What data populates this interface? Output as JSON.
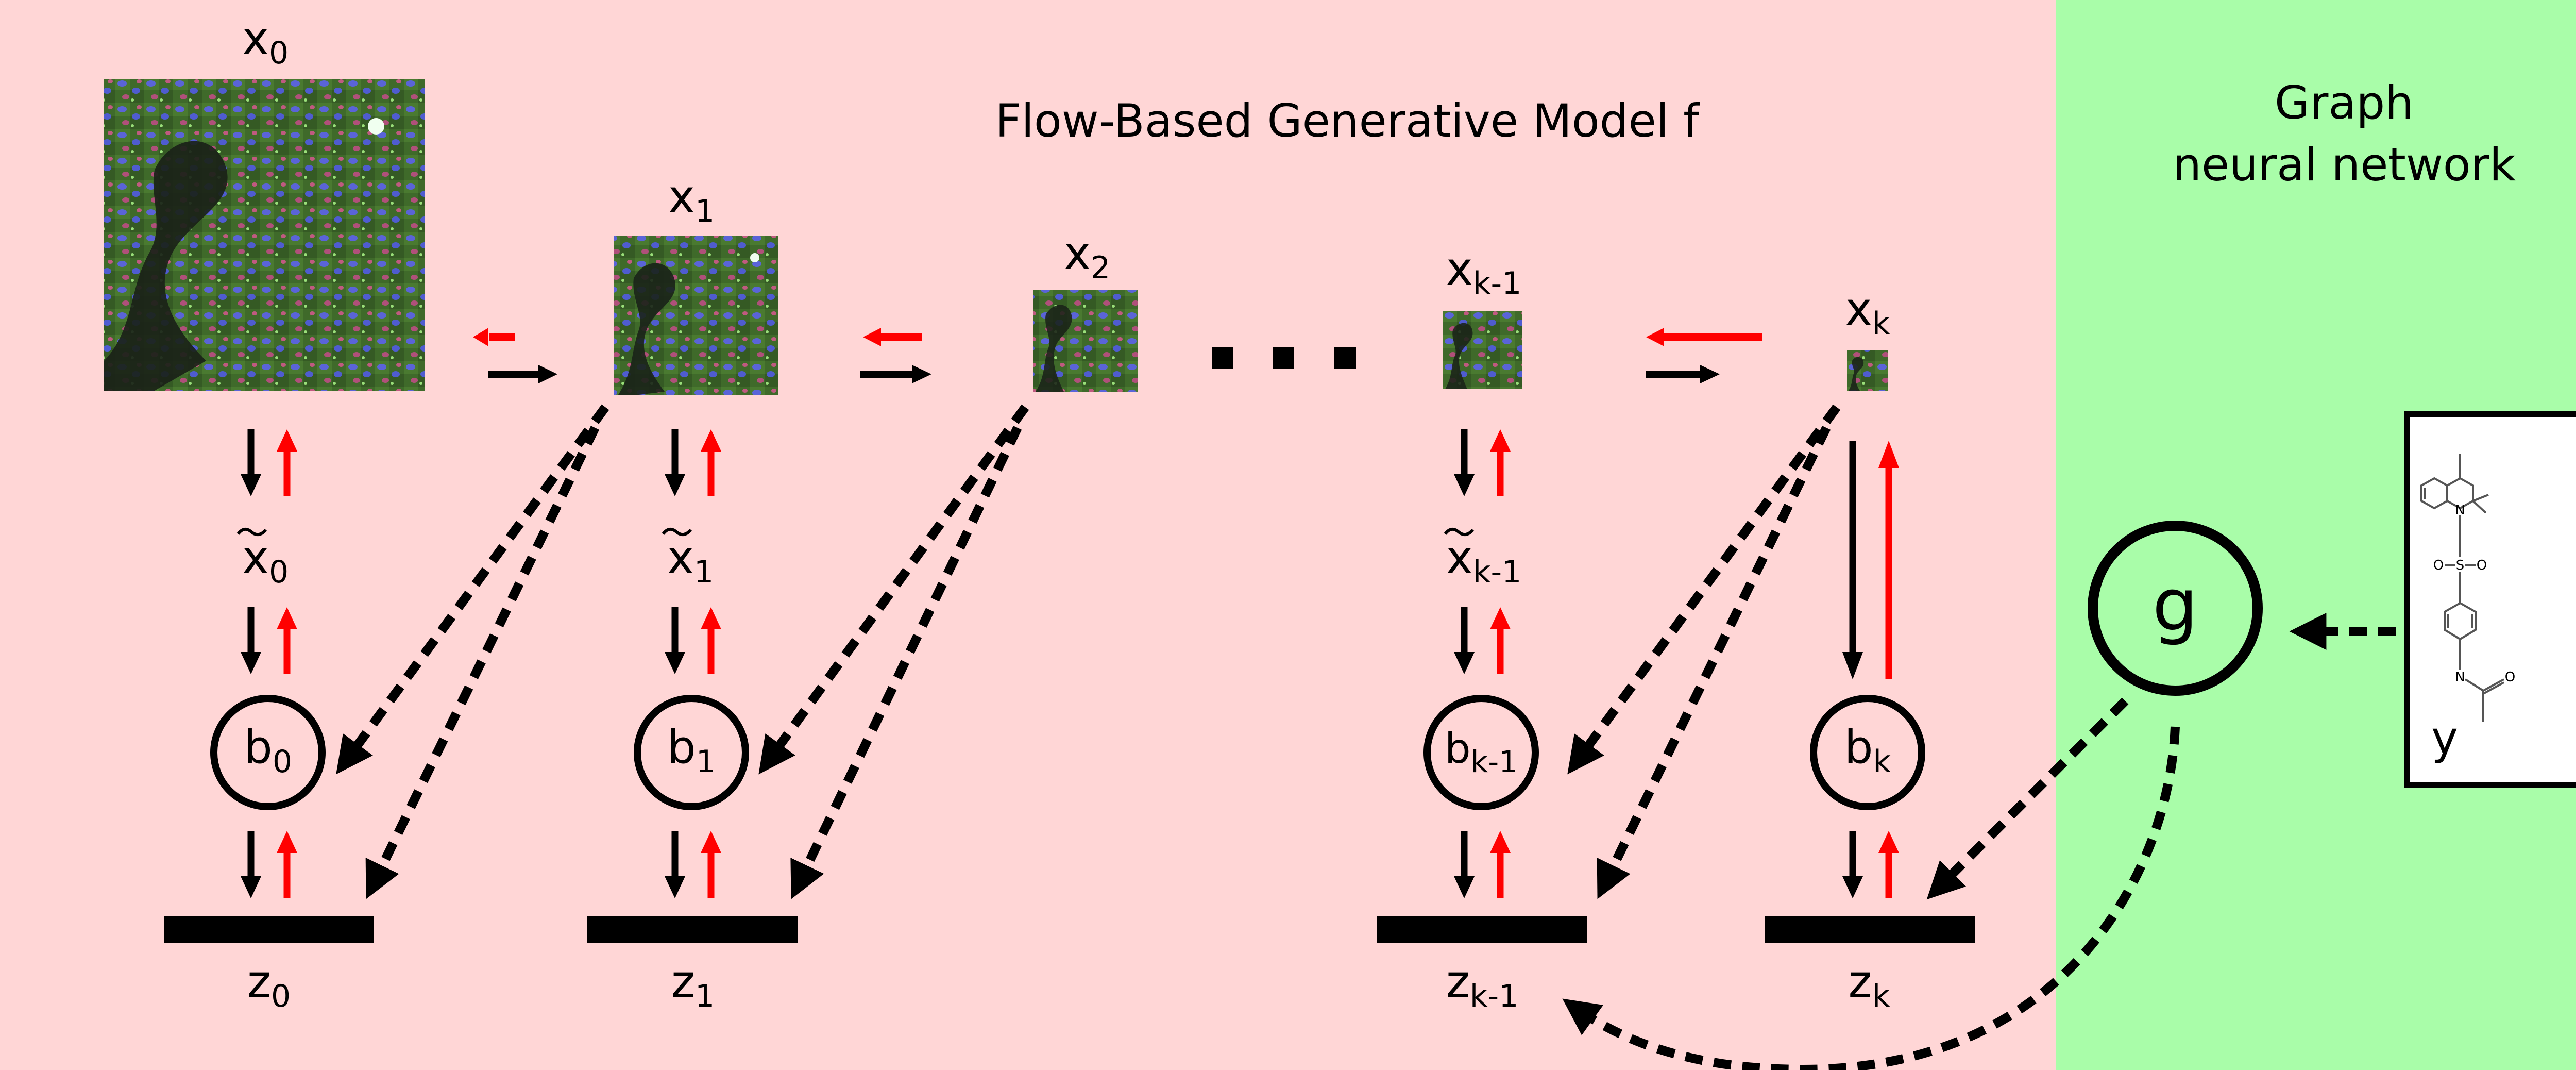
{
  "colors": {
    "pink_bg": "#ffd6d6",
    "green_bg": "#a9fda9",
    "forward_arrow": "#000000",
    "inverse_arrow": "#ff0000"
  },
  "titles": {
    "flow_model": "Flow-Based Generative Model f",
    "gnn_line1": "Graph",
    "gnn_line2": "neural network"
  },
  "images": {
    "x0": {
      "base": "x",
      "sub": "0"
    },
    "x1": {
      "base": "x",
      "sub": "1"
    },
    "x2": {
      "base": "x",
      "sub": "2"
    },
    "xk1": {
      "base": "x",
      "sub": "k-1"
    },
    "xk": {
      "base": "x",
      "sub": "k"
    }
  },
  "ellipsis": "...",
  "tilde_labels": {
    "x0": {
      "base": "x",
      "sub": "0"
    },
    "x1": {
      "base": "x",
      "sub": "1"
    },
    "xk1": {
      "base": "x",
      "sub": "k-1"
    }
  },
  "blocks": {
    "b0": {
      "base": "b",
      "sub": "0"
    },
    "b1": {
      "base": "b",
      "sub": "1"
    },
    "bk1": {
      "base": "b",
      "sub": "k-1"
    },
    "bk": {
      "base": "b",
      "sub": "k"
    }
  },
  "latents": {
    "z0": {
      "base": "z",
      "sub": "0"
    },
    "z1": {
      "base": "z",
      "sub": "1"
    },
    "zk1": {
      "base": "z",
      "sub": "k-1"
    },
    "zk": {
      "base": "z",
      "sub": "k"
    }
  },
  "gnn_node": "g",
  "molecule": {
    "label": "y",
    "atoms": {
      "n1": "N",
      "s": "S",
      "o1": "O",
      "o2": "O",
      "n2": "N",
      "o3": "O"
    }
  }
}
